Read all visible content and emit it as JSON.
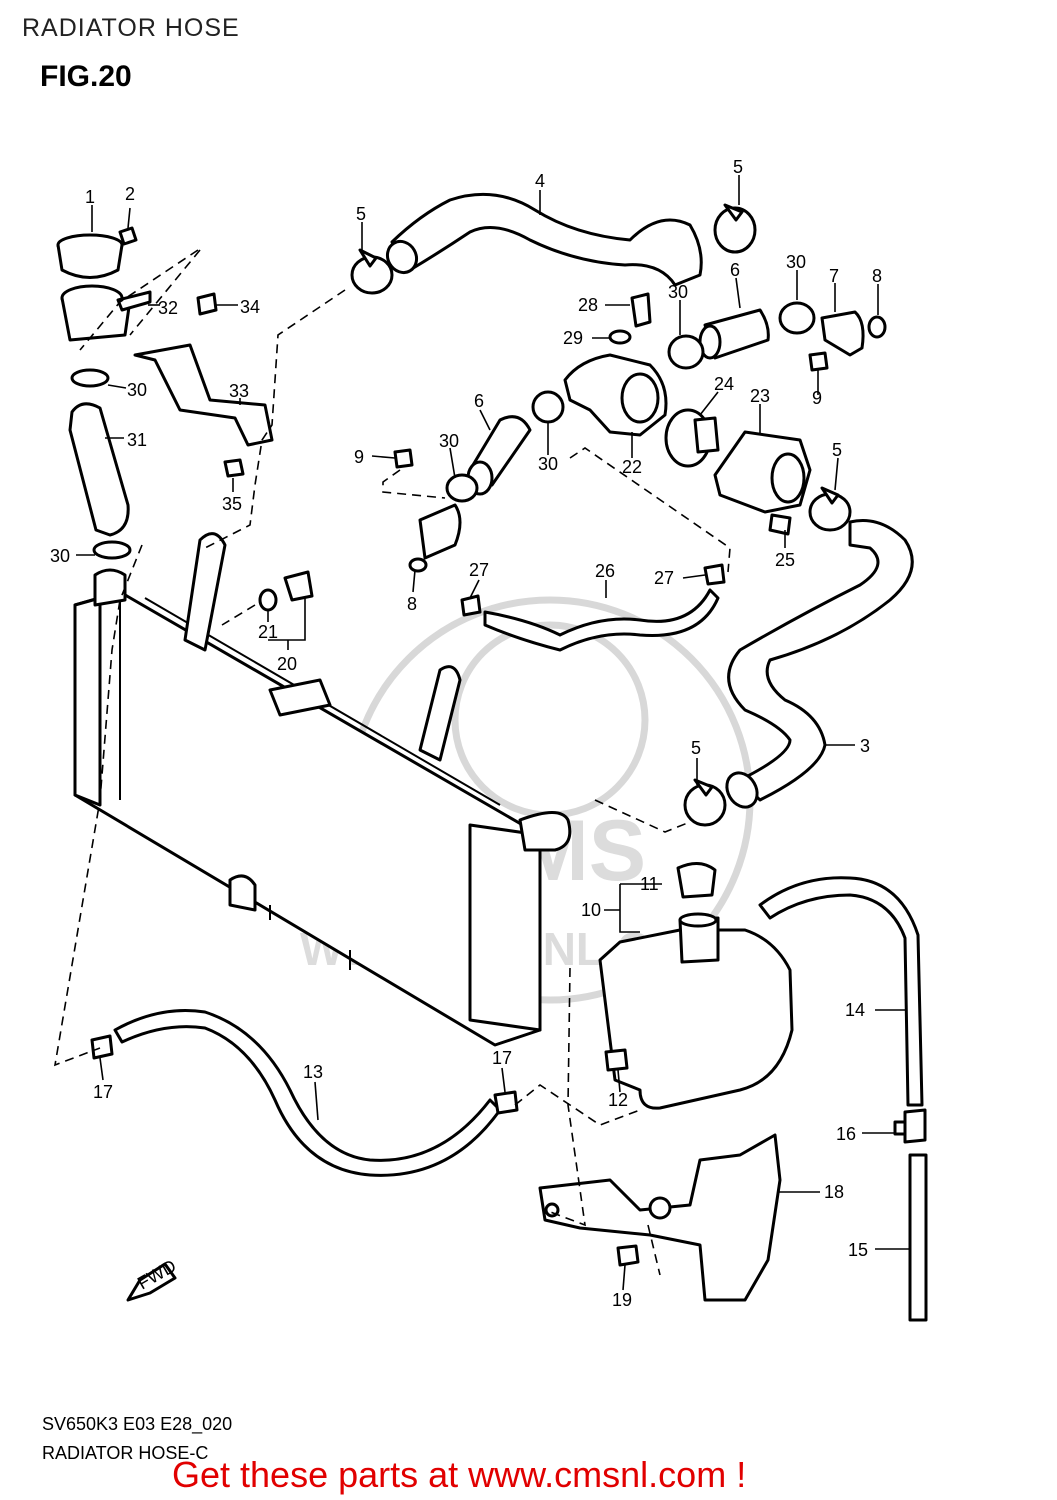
{
  "header": {
    "title": "RADIATOR HOSE",
    "figure": "FIG.20"
  },
  "footer": {
    "model_code": "SV650K3 E03 E28_020",
    "diagram_name": "RADIATOR HOSE-C"
  },
  "banner": {
    "text": "Get these parts at www.cmsnl.com !",
    "color": "#e10000"
  },
  "watermark": {
    "logo_text": "CMS",
    "url_text": "WWW.CMSNL.COM"
  },
  "fwd_arrow": {
    "text": "FWD"
  },
  "callouts": [
    {
      "id": "c1",
      "label": "1"
    },
    {
      "id": "c2",
      "label": "2"
    },
    {
      "id": "c32",
      "label": "32"
    },
    {
      "id": "c34",
      "label": "34"
    },
    {
      "id": "c30a",
      "label": "30"
    },
    {
      "id": "c33",
      "label": "33"
    },
    {
      "id": "c31",
      "label": "31"
    },
    {
      "id": "c35",
      "label": "35"
    },
    {
      "id": "c30b",
      "label": "30"
    },
    {
      "id": "c5a",
      "label": "5"
    },
    {
      "id": "c4",
      "label": "4"
    },
    {
      "id": "c5b",
      "label": "5"
    },
    {
      "id": "c30c",
      "label": "30"
    },
    {
      "id": "c7",
      "label": "7"
    },
    {
      "id": "c8a",
      "label": "8"
    },
    {
      "id": "c6a",
      "label": "6"
    },
    {
      "id": "c28",
      "label": "28"
    },
    {
      "id": "c30d",
      "label": "30"
    },
    {
      "id": "c29",
      "label": "29"
    },
    {
      "id": "c9a",
      "label": "9"
    },
    {
      "id": "c24",
      "label": "24"
    },
    {
      "id": "c23",
      "label": "23"
    },
    {
      "id": "c6b",
      "label": "6"
    },
    {
      "id": "c30e",
      "label": "30"
    },
    {
      "id": "c30f",
      "label": "30"
    },
    {
      "id": "c22",
      "label": "22"
    },
    {
      "id": "c9b",
      "label": "9"
    },
    {
      "id": "c5c",
      "label": "5"
    },
    {
      "id": "c25",
      "label": "25"
    },
    {
      "id": "c8b",
      "label": "8"
    },
    {
      "id": "c27a",
      "label": "27"
    },
    {
      "id": "c26",
      "label": "26"
    },
    {
      "id": "c27b",
      "label": "27"
    },
    {
      "id": "c21",
      "label": "21"
    },
    {
      "id": "c20",
      "label": "20"
    },
    {
      "id": "c30g",
      "label": "30"
    },
    {
      "id": "c3",
      "label": "3"
    },
    {
      "id": "c5d",
      "label": "5"
    },
    {
      "id": "c11",
      "label": "11"
    },
    {
      "id": "c10",
      "label": "10"
    },
    {
      "id": "c14",
      "label": "14"
    },
    {
      "id": "c13",
      "label": "13"
    },
    {
      "id": "c17a",
      "label": "17"
    },
    {
      "id": "c17b",
      "label": "17"
    },
    {
      "id": "c12",
      "label": "12"
    },
    {
      "id": "c16",
      "label": "16"
    },
    {
      "id": "c18",
      "label": "18"
    },
    {
      "id": "c15",
      "label": "15"
    },
    {
      "id": "c19",
      "label": "19"
    }
  ]
}
